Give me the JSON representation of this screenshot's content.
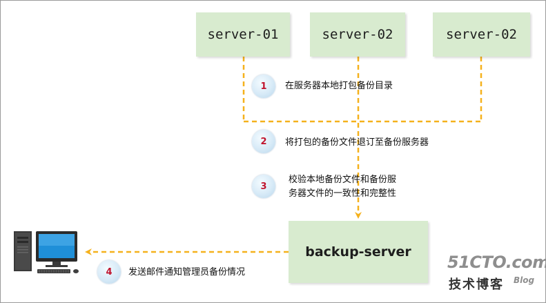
{
  "diagram": {
    "servers": [
      {
        "label": "server-01"
      },
      {
        "label": "server-02"
      },
      {
        "label": "server-02"
      }
    ],
    "backup_server": {
      "label": "backup-server"
    },
    "steps": [
      {
        "number": "1",
        "text": "在服务器本地打包备份目录"
      },
      {
        "number": "2",
        "text": "将打包的备份文件退订至备份服务器"
      },
      {
        "number": "3",
        "line1": "校验本地备份文件和备份服",
        "line2": "务器文件的一致性和完整性"
      },
      {
        "number": "4",
        "text": "发送邮件通知管理员备份情况"
      }
    ],
    "colors": {
      "arrow": "#f5b11c",
      "box_fill": "#d8ebcf",
      "step_number": "#c0142e",
      "circle_fill": "#d7eaf7"
    },
    "icons": {
      "admin_computer": "desktop-computer-icon"
    }
  },
  "watermark": {
    "site": "51CTO.com",
    "subtitle": "技术博客",
    "blog": "Blog"
  }
}
